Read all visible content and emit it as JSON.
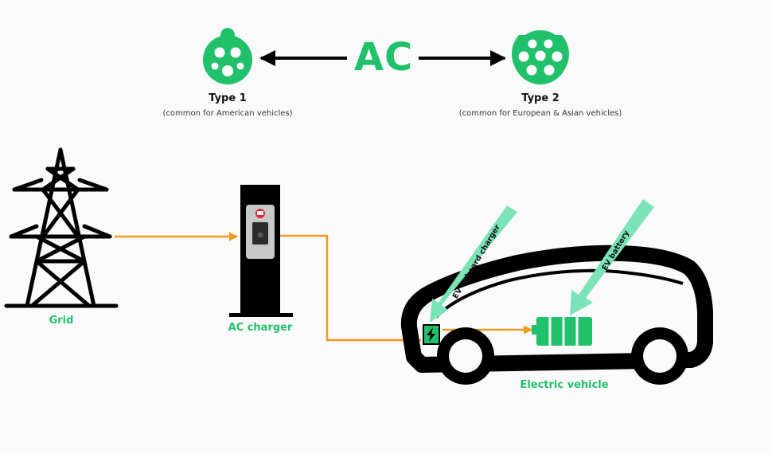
{
  "colors": {
    "green": "#21c16b",
    "light_green": "#7ce3b8",
    "orange": "#f29a1b",
    "black": "#000000",
    "background": "#fafafa",
    "charger_panel": "#c8c8c8",
    "logo_red": "#e4262f"
  },
  "header": {
    "title": "AC"
  },
  "connectors": [
    {
      "name": "Type 1",
      "note": "(common for American vehicles)",
      "icon": "type1-connector-icon"
    },
    {
      "name": "Type 2",
      "note": "(common for European & Asian vehicles)",
      "icon": "type2-connector-icon"
    }
  ],
  "components": {
    "grid": {
      "label": "Grid",
      "icon": "transmission-tower-icon"
    },
    "charger": {
      "label": "AC charger",
      "icon": "charging-station-icon"
    },
    "vehicle": {
      "label": "Electric vehicle",
      "icon": "car-icon"
    }
  },
  "callouts": {
    "onboard_charger": "EV onboard charger",
    "battery": "EV battery"
  }
}
